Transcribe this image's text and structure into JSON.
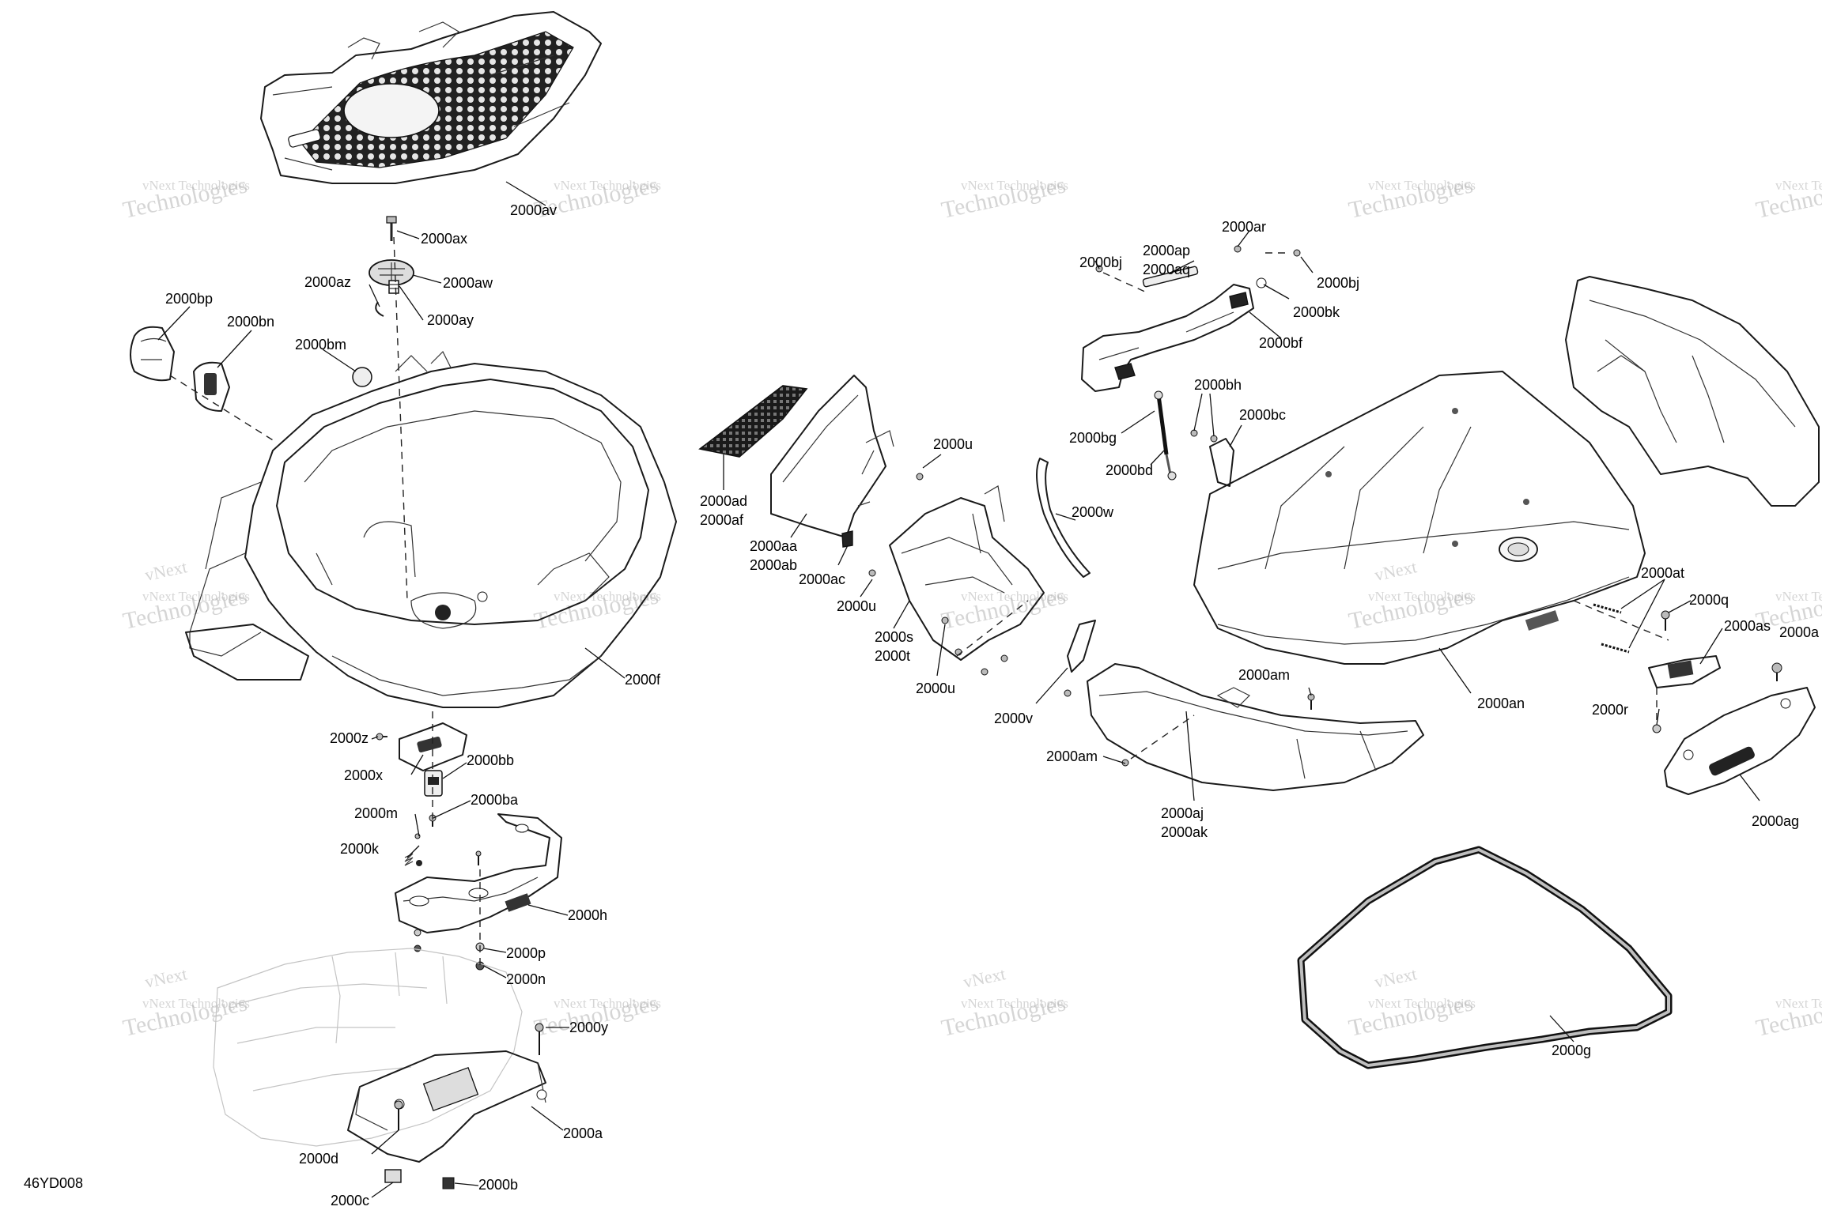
{
  "diagram": {
    "code": "46YD008",
    "watermark_line1": "vNext Technologies",
    "watermark_line2": "Technologies",
    "watermark_line3": "vNext"
  },
  "callouts": {
    "av": "2000av",
    "ax": "2000ax",
    "aw": "2000aw",
    "az": "2000az",
    "ay": "2000ay",
    "bp": "2000bp",
    "bn": "2000bn",
    "bm": "2000bm",
    "f": "2000f",
    "z": "2000z",
    "x": "2000x",
    "bb": "2000bb",
    "ba": "2000ba",
    "m": "2000m",
    "k": "2000k",
    "h": "2000h",
    "p": "2000p",
    "n": "2000n",
    "y": "2000y",
    "a": "2000a",
    "d": "2000d",
    "c": "2000c",
    "b": "2000b",
    "ad": "2000ad",
    "af": "2000af",
    "aa": "2000aa",
    "ab": "2000ab",
    "ac": "2000ac",
    "u1": "2000u",
    "u2": "2000u",
    "u3": "2000u",
    "s": "2000s",
    "t": "2000t",
    "w": "2000w",
    "v": "2000v",
    "bj1": "2000bj",
    "ap": "2000ap",
    "aq": "2000aq",
    "ar": "2000ar",
    "bj2": "2000bj",
    "bk": "2000bk",
    "bf": "2000bf",
    "bh": "2000bh",
    "bc": "2000bc",
    "bg": "2000bg",
    "bd": "2000bd",
    "am1": "2000am",
    "am2": "2000am",
    "aj": "2000aj",
    "ak": "2000ak",
    "an": "2000an",
    "at": "2000at",
    "q": "2000q",
    "as": "2000as",
    "a_edge": "2000a",
    "r": "2000r",
    "ag": "2000ag",
    "g": "2000g"
  }
}
